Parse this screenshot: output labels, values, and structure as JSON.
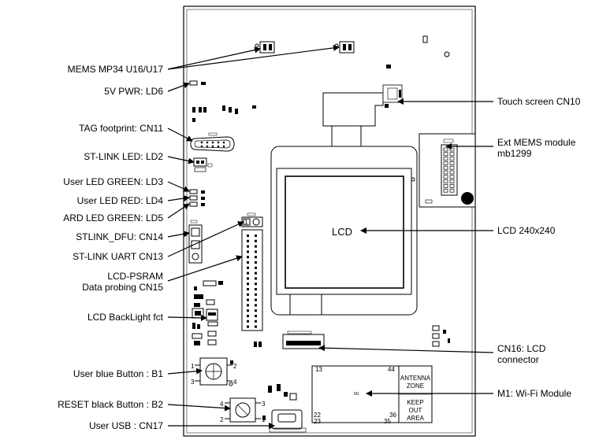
{
  "labels": {
    "mems_mp34": "MEMS MP34 U16/U17",
    "pwr_5v": "5V PWR: LD6",
    "tag_footprint": "TAG footprint: CN11",
    "stlink_led": "ST-LINK LED: LD2",
    "user_led_green": "User LED GREEN: LD3",
    "user_led_red": "User LED RED: LD4",
    "ard_led_green": "ARD LED GREEN: LD5",
    "stlink_dfu": "STLINK_DFU: CN14",
    "stlink_uart": "ST-LINK UART CN13",
    "lcd_psram": "LCD-PSRAM\nData probing CN15",
    "lcd_backlight": "LCD BackLight fct",
    "user_blue_button": "User blue Button : B1",
    "reset_black_button": "RESET black  Button : B2",
    "user_usb": "User USB : CN17",
    "touch_screen": "Touch screen CN10",
    "ext_mems": "Ext MEMS module\nmb1299",
    "lcd_size": "LCD 240x240",
    "lcd_connector": "CN16: LCD\nconnector",
    "wifi_module": "M1: Wi-Fi Module"
  },
  "board": {
    "lcd_text": "LCD",
    "antenna_zone": [
      "ANTENNA",
      "ZONE"
    ],
    "keep_out": [
      "KEEP",
      "OUT",
      "AREA"
    ],
    "wifi_pins": {
      "p13": "13",
      "p44": "44",
      "p22": "22",
      "p23": "23",
      "p36": "36",
      "p35": "35",
      "m1": "M1"
    },
    "b1_pins": {
      "p1": "1",
      "p2": "2",
      "p3": "3",
      "p4": "4"
    },
    "b2_pins": {
      "p4": "4",
      "p3": "3",
      "p2": "2",
      "p1": "1"
    },
    "cn13_pin": "1"
  },
  "colors": {
    "line": "#000000",
    "board_bg": "#ffffff",
    "mounting_hole": "#000000"
  }
}
